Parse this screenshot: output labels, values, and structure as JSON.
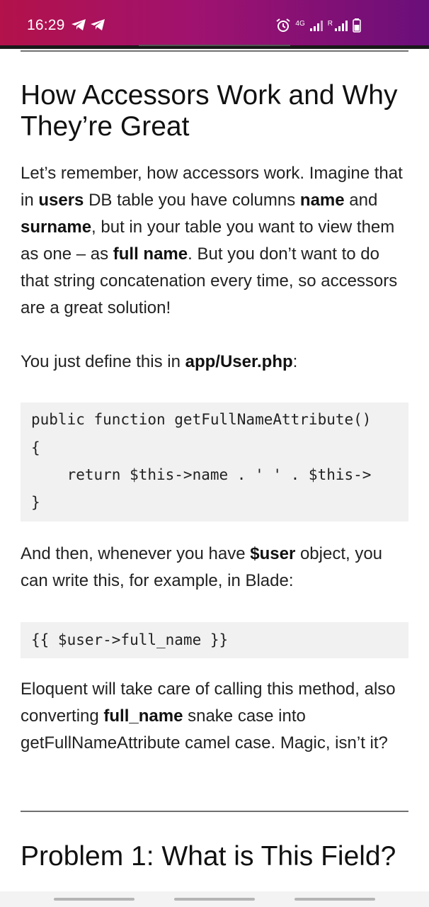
{
  "status_bar": {
    "time": "16:29",
    "network": "4G",
    "roaming_mark": "R",
    "icons": [
      "telegram-icon",
      "telegram-icon",
      "alarm-icon",
      "signal-icon",
      "signal-icon",
      "battery-icon"
    ],
    "accent_colors": [
      "#b3124a",
      "#6a0f7a"
    ]
  },
  "article": {
    "heading1": "How Accessors Work and Why They’re Great",
    "p1": {
      "t1": "Let’s remember, how accessors work. Imagine that in ",
      "b1": "users",
      "t2": " DB table you have columns ",
      "b2": "name",
      "t3": " and ",
      "b3": "surname",
      "t4": ", but in your table you want to view them as one – as ",
      "b4": "full name",
      "t5": ". But you don’t want to do that string concatenation every time, so accessors are a great solution!"
    },
    "p2": {
      "t1": "You just define this in ",
      "b1": "app/User.php",
      "t2": ":"
    },
    "code1": [
      "public function getFullNameAttribute()",
      "{",
      "    return $this->name . ' ' . $this->",
      "}"
    ],
    "p3": {
      "t1": "And then, whenever you have ",
      "b1": "$user",
      "t2": " object, you can write this, for example, in Blade:"
    },
    "code2": "{{ $user->full_name }}",
    "p4": {
      "t1": "Eloquent will take care of calling this method, also converting ",
      "b1": "full_name",
      "t2": " snake case into getFullNameAttribute camel case. Magic, isn’t it?"
    },
    "heading2": "Problem 1: What is This Field?"
  }
}
